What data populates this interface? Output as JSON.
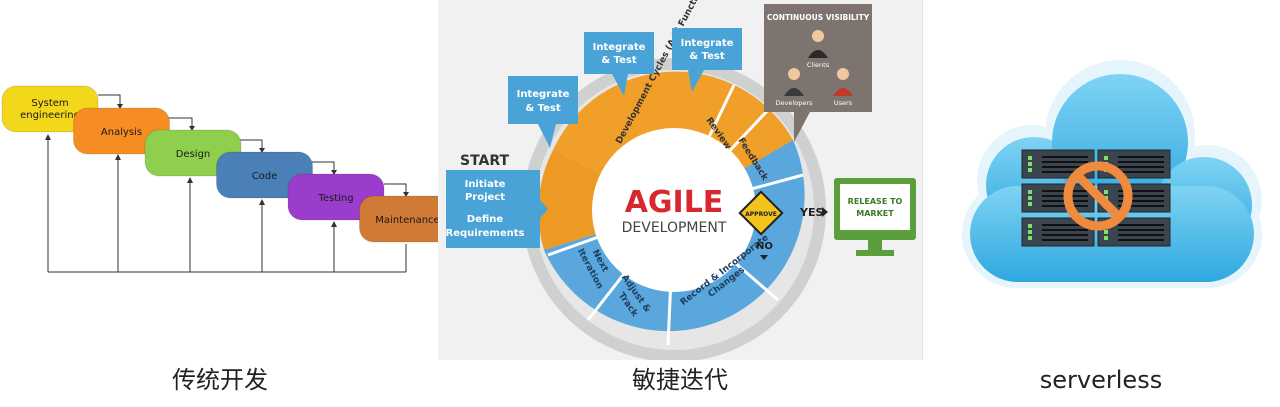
{
  "chart_data": {
    "type": "diagram",
    "panels": [
      {
        "caption": "传统开发",
        "stages": [
          "System engineering",
          "Analysis",
          "Design",
          "Code",
          "Testing",
          "Maintenance"
        ],
        "colors": [
          "#f2d71a",
          "#f58d23",
          "#8fcf4d",
          "#4a7fb8",
          "#9b3dcc",
          "#d07b35"
        ]
      },
      {
        "caption": "敏捷迭代",
        "start_label": "START",
        "start_box": [
          "Initiate",
          "Project",
          "Define",
          "Requirements"
        ],
        "integrate": [
          "Integrate",
          "& Test"
        ],
        "center": [
          "AGILE",
          "DEVELOPMENT"
        ],
        "approve": "APPROVE",
        "yes": "YES",
        "no": "NO",
        "release": [
          "RELEASE TO",
          "MARKET"
        ],
        "visibility": {
          "title": "CONTINUOUS VISIBILITY",
          "roles": [
            "Clients",
            "Developers",
            "Users"
          ]
        },
        "segments": {
          "dev_cycles": "Development Cycles (Add Functionality)",
          "review": "Review",
          "feedback": "Feedback",
          "record": [
            "Record & Incorporate",
            "Changes"
          ],
          "adjust": [
            "Adjust &",
            "Track"
          ],
          "next": [
            "Next",
            "Iteration"
          ]
        }
      },
      {
        "caption": "serverless"
      }
    ]
  }
}
